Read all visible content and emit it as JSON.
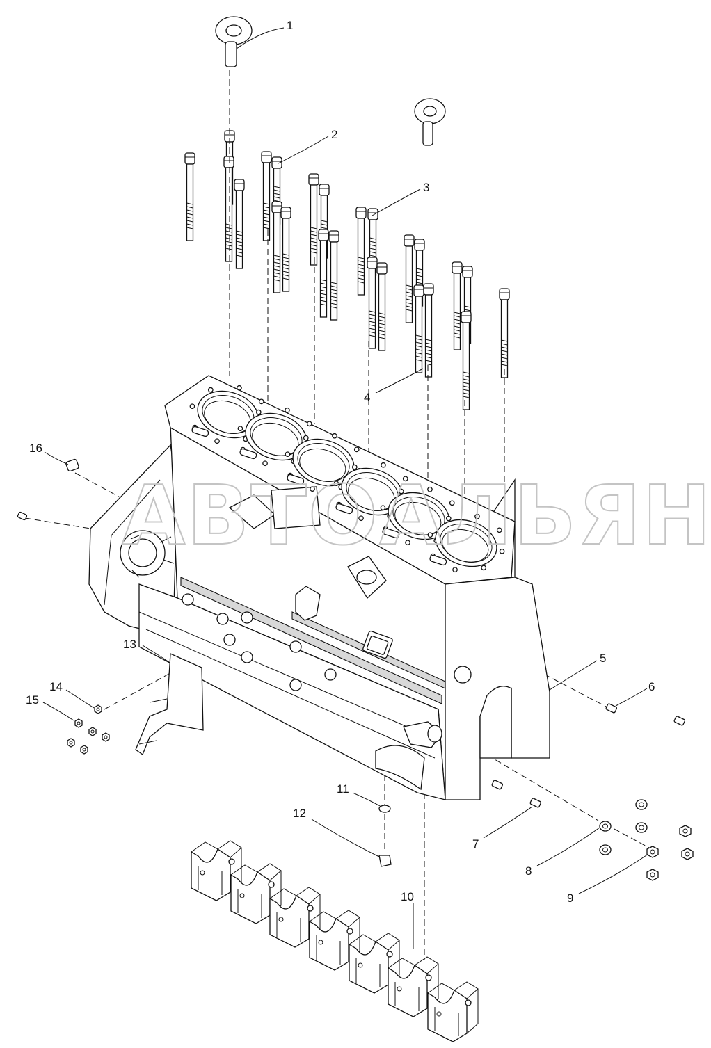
{
  "watermark": "АВТОАЛЬЯНС",
  "callouts": [
    {
      "num": "1"
    },
    {
      "num": "2"
    },
    {
      "num": "3"
    },
    {
      "num": "4"
    },
    {
      "num": "5"
    },
    {
      "num": "6"
    },
    {
      "num": "7"
    },
    {
      "num": "8"
    },
    {
      "num": "9"
    },
    {
      "num": "10"
    },
    {
      "num": "11"
    },
    {
      "num": "12"
    },
    {
      "num": "13"
    },
    {
      "num": "14"
    },
    {
      "num": "15"
    },
    {
      "num": "16"
    }
  ]
}
